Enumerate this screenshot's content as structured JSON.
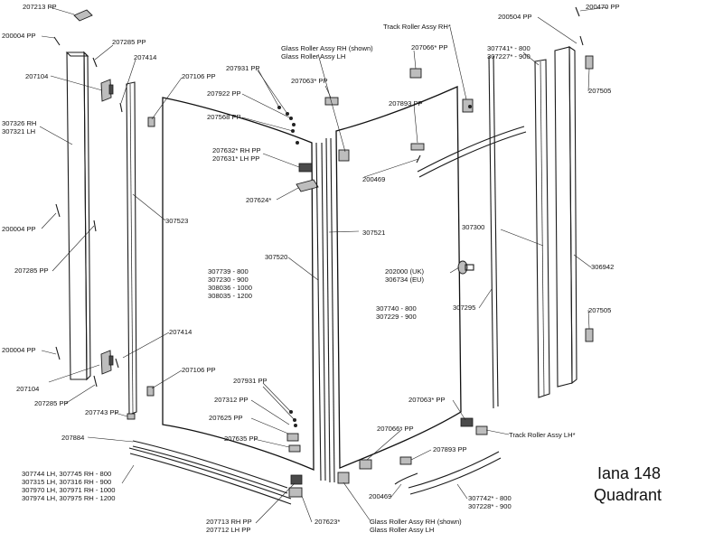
{
  "title": {
    "line1": "Iana 148",
    "line2": "Quadrant"
  },
  "labels": {
    "l207213": "207213 PP",
    "l200004a": "200004 PP",
    "l207285a": "207285 PP",
    "l207414a": "207414",
    "l207104a": "207104",
    "l207106a": "207106 PP",
    "l307326": "307326 RH",
    "l307321": "307321 LH",
    "l200004b": "200004 PP",
    "l207285b": "207285 PP",
    "l307523": "307523",
    "l207931a": "207931 PP",
    "l207922": "207922 PP",
    "l207568": "207568 PP",
    "l207632": "207632* RH PP",
    "l207631": "207631* LH PP",
    "l207624": "207624*",
    "l307520": "307520",
    "l307739": "307739 - 800",
    "l307230": "307230 - 900",
    "l308036": "308036 - 1000",
    "l308035": "308035 - 1200",
    "l207414b": "207414",
    "l200004c": "200004 PP",
    "l207104b": "207104",
    "l207285c": "207285 PP",
    "l207106b": "207106 PP",
    "l207931b": "207931 PP",
    "l207743": "207743 PP",
    "l207312": "207312 PP",
    "l207625": "207625 PP",
    "l207635": "207635 PP",
    "l207884": "207884",
    "l307744": "307744 LH, 307745 RH - 800",
    "l307315": "307315 LH, 307316 RH - 900",
    "l307970": "307970 LH, 307971 RH - 1000",
    "l307974": "307974 LH, 307975 RH - 1200",
    "l207713": "207713 RH PP",
    "l207712": "207712 LH PP",
    "l207623": "207623*",
    "l_grra1": "Glass Roller Assy RH (shown)",
    "l_grra2": "Glass Roller Assy LH",
    "l207063a": "207063* PP",
    "l_tra": "Track Roller Assy RH*",
    "l207066a": "207066* PP",
    "l207893a": "207893 PP",
    "l200469a": "200469",
    "l307521": "307521",
    "l202000": "202000 (UK)",
    "l306734": "306734 (EU)",
    "l307740": "307740 - 800",
    "l307229": "307229 - 900",
    "l307300": "307300",
    "l307295": "307295",
    "l200504": "200504 PP",
    "l200470": "200470 PP",
    "l307741": "307741* - 800",
    "l307227": "307227* - 900",
    "l207505a": "207505",
    "l306942": "306942",
    "l207505b": "207505",
    "l207063b": "207063* PP",
    "l_trl": "Track Roller Assy LH*",
    "l207066b": "207066* PP",
    "l207893b": "207893 PP",
    "l200469b": "200469",
    "l307742": "307742* - 800",
    "l307228": "307228* - 900",
    "l_grrb1": "Glass Roller Assy RH (shown)",
    "l_grrb2": "Glass Roller Assy LH"
  }
}
